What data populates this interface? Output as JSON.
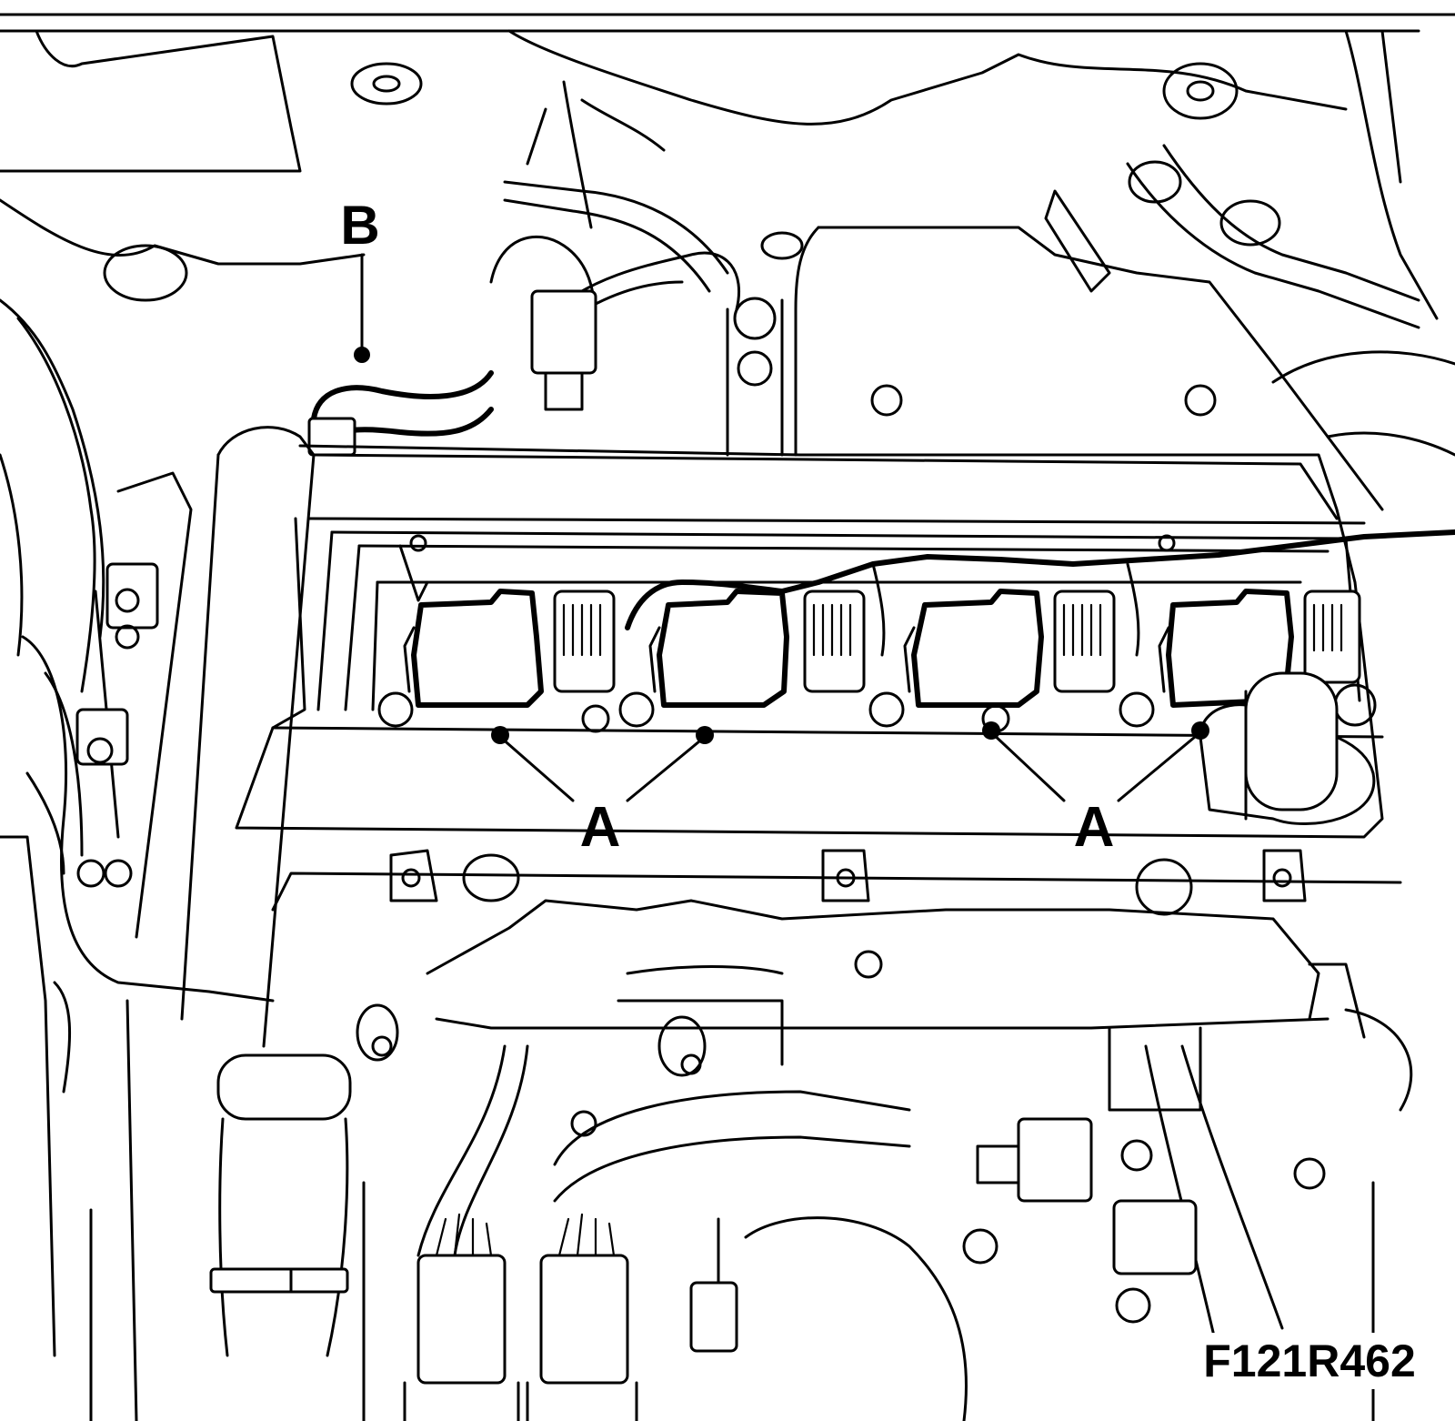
{
  "callouts": {
    "a": "A",
    "b": "B"
  },
  "figure_code": "F121R462"
}
